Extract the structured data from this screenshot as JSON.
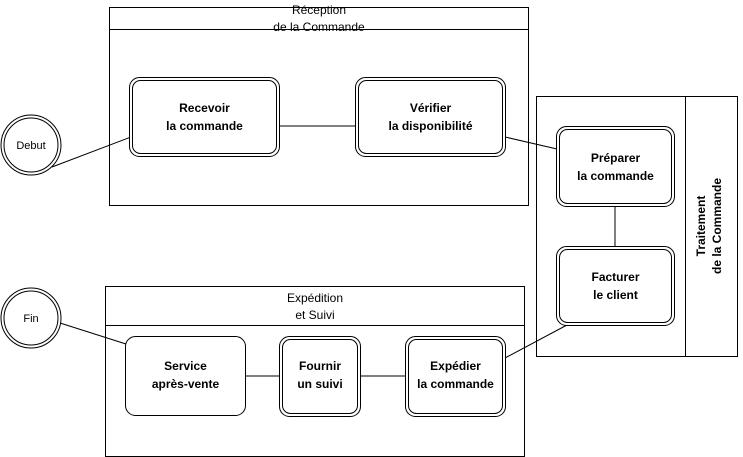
{
  "nodes": {
    "debut": "Debut",
    "fin": "Fin",
    "recevoir": [
      "Recevoir",
      "la commande"
    ],
    "verifier": [
      "Vérifier",
      "la disponibilité"
    ],
    "preparer": [
      "Préparer",
      "la commande"
    ],
    "facturer": [
      "Facturer",
      "le client"
    ],
    "expedier": [
      "Expédier",
      "la commande"
    ],
    "fournir": [
      "Fournir",
      "un suivi"
    ],
    "service": [
      "Service",
      "après-vente"
    ]
  },
  "pools": {
    "reception": [
      "Réception",
      "de la Commande"
    ],
    "traitement": [
      "Traitement",
      "de la Commande"
    ],
    "expedition": [
      "Expédition",
      "et Suivi"
    ]
  },
  "style": {
    "stroke": "#000000",
    "fill": "#ffffff",
    "text": "#000000"
  }
}
